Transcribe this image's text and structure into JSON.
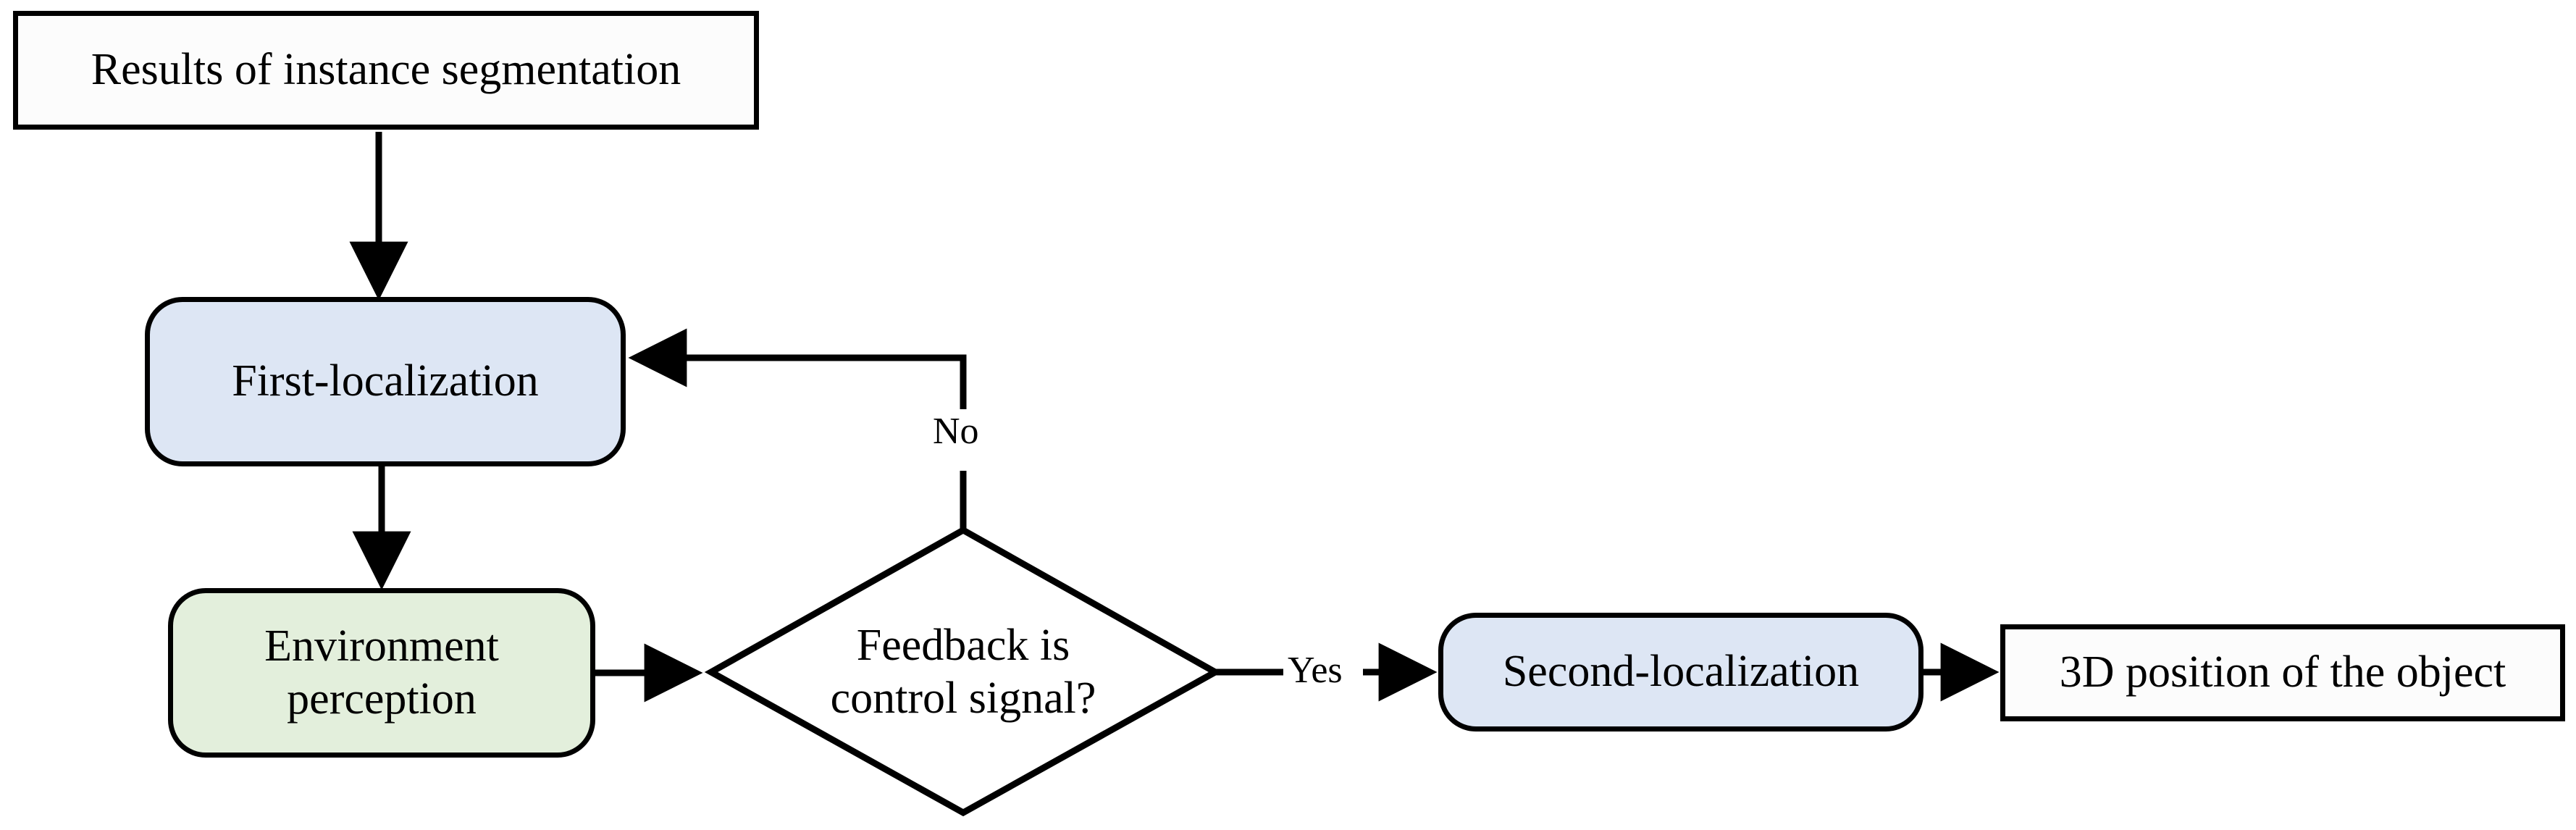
{
  "diagram": {
    "title": "Two-stage object localization flowchart",
    "background": "#ffffff",
    "stroke": "#000000",
    "colors": {
      "process_blue": "#dde6f4",
      "process_green": "#e3efdc",
      "terminator_white": "#fcfcfc",
      "line": "#000000"
    },
    "nodes": [
      {
        "id": "results",
        "shape": "rectangle",
        "label": "Results of instance segmentation",
        "fill": "#fcfcfc"
      },
      {
        "id": "first",
        "shape": "rounded",
        "label": "First-localization",
        "fill": "#dde6f4"
      },
      {
        "id": "environ",
        "shape": "rounded",
        "label": "Environment\nperception",
        "fill": "#e3efdc"
      },
      {
        "id": "decision",
        "shape": "diamond",
        "label": "Feedback is\ncontrol signal?",
        "fill": "#ffffff"
      },
      {
        "id": "second",
        "shape": "rounded",
        "label": "Second-localization",
        "fill": "#dde6f4"
      },
      {
        "id": "output",
        "shape": "rectangle",
        "label": "3D position of the object",
        "fill": "#fcfcfc"
      }
    ],
    "edges": [
      {
        "id": "e1",
        "from": "results",
        "to": "first",
        "label": ""
      },
      {
        "id": "e2",
        "from": "first",
        "to": "environ",
        "label": ""
      },
      {
        "id": "e3",
        "from": "environ",
        "to": "decision",
        "label": ""
      },
      {
        "id": "e4",
        "from": "decision",
        "to": "first",
        "label": "No"
      },
      {
        "id": "e5",
        "from": "decision",
        "to": "second",
        "label": "Yes"
      },
      {
        "id": "e6",
        "from": "second",
        "to": "output",
        "label": ""
      }
    ],
    "edge_labels": {
      "no": "No",
      "yes": "Yes"
    }
  }
}
